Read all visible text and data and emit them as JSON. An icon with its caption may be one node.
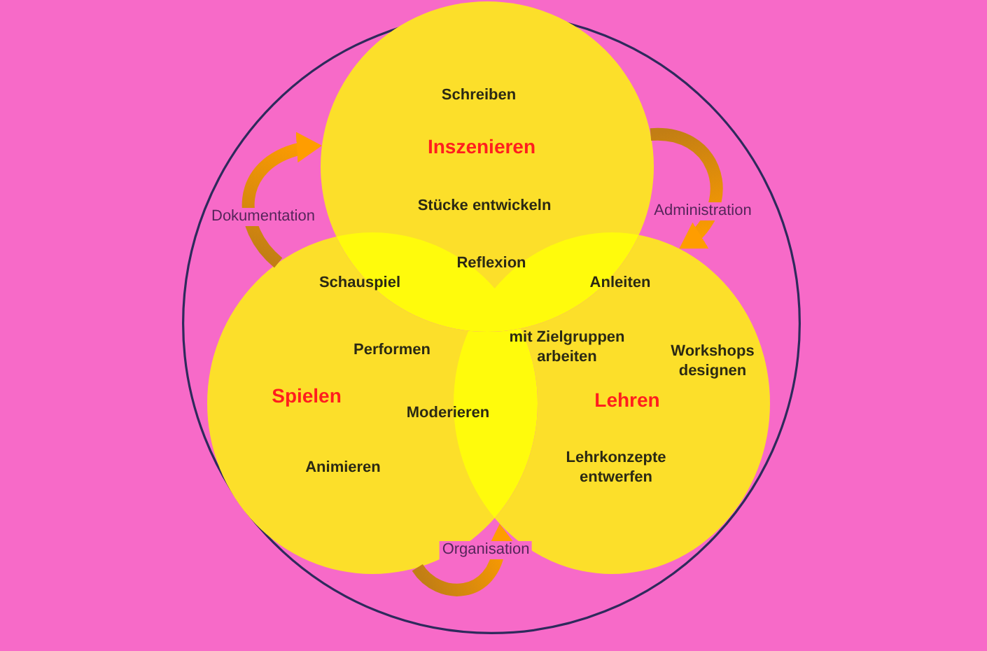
{
  "diagram": {
    "nodes": [
      {
        "text": [],
        "shape": "circle"
      },
      {
        "text": [
          "Schreiben",
          "Inszenieren",
          "Stücke entwickeln",
          "Reflexion"
        ],
        "in": 0
      },
      {
        "text": [
          "Schauspiel",
          "Performen",
          "Spielen",
          "Moderieren",
          "Animieren"
        ],
        "in": 0
      },
      {
        "text": [
          "Anleiten",
          "mit Zielgruppen arbeiten",
          "Workshops designen",
          "Lehren",
          "Lehrkonzepte entwerfen"
        ],
        "in": 0
      }
    ],
    "edges": [
      {
        "from": 2,
        "to": 1,
        "arrow": "to",
        "label": "Dokumentation",
        "style": "thick"
      },
      {
        "from": 1,
        "to": 3,
        "arrow": "to",
        "label": "Administration",
        "style": "thick"
      },
      {
        "from": 2,
        "to": 3,
        "arrow": "to",
        "label": "Organisation",
        "style": "thick"
      }
    ]
  }
}
